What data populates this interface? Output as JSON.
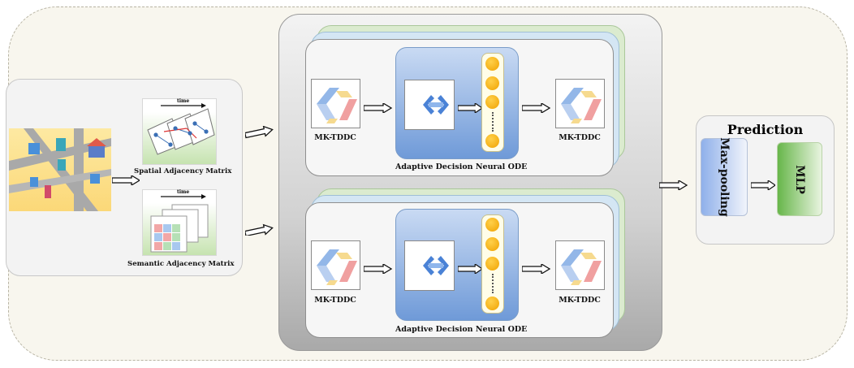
{
  "input": {
    "spatial_label": "Spatial Adjacency Matrix",
    "semantic_label": "Semantic Adjacency Matrix",
    "time_label": "time"
  },
  "branches": [
    {
      "left_label": "MK-TDDC",
      "right_label": "MK-TDDC",
      "ode_label": "Adaptive Decision Neural ODE"
    },
    {
      "left_label": "MK-TDDC",
      "right_label": "MK-TDDC",
      "ode_label": "Adaptive  Decision Neural ODE"
    }
  ],
  "prediction": {
    "title": "Prediction",
    "pooling_label": "Max-pooling",
    "mlp_label": "MLP"
  },
  "colors": {
    "outer_bg": "#f8f6ee",
    "ode_gradient_top": "#c9daf3",
    "ode_gradient_bottom": "#6f9ad8",
    "dot": "#f5b800",
    "green_layer": "#dbebcf",
    "blue_layer": "#d4e6f4",
    "mlp": "#67b64a",
    "maxpool": "#8fb0ea"
  },
  "icons": [
    "city-map-icon",
    "spatial-graph-icon",
    "semantic-cubes-icon",
    "mk-tddc-icon",
    "neural-ode-icon",
    "hollow-arrow-icon"
  ]
}
